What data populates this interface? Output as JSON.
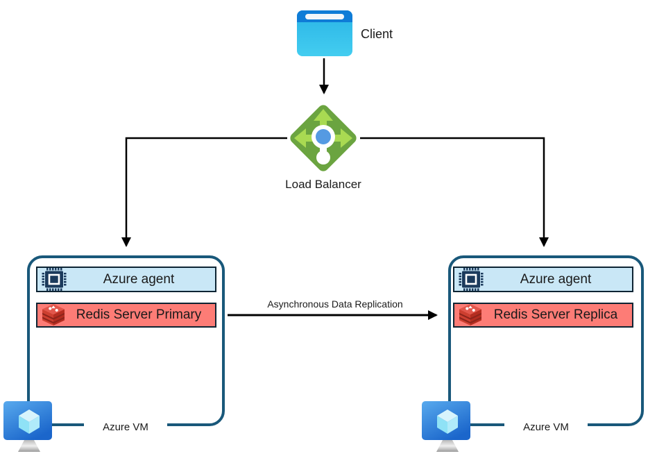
{
  "nodes": {
    "client": {
      "label": "Client"
    },
    "load_balancer": {
      "label": "Load Balancer"
    },
    "replication": {
      "label": "Asynchronous Data Replication"
    },
    "vm_left": {
      "agent": "Azure agent",
      "redis": "Redis Server Primary",
      "vm": "Azure VM"
    },
    "vm_right": {
      "agent": "Azure agent",
      "redis": "Redis Server Replica",
      "vm": "Azure VM"
    }
  },
  "icons": {
    "client": "browser-window-icon",
    "load_balancer": "load-balancer-icon",
    "agent": "cpu-chip-icon",
    "redis": "redis-cube-icon",
    "vm": "azure-vm-monitor-icon"
  },
  "colors": {
    "vm_box_border": "#19587A",
    "agent_bar_bg": "#C9E7F6",
    "redis_bar_bg": "#FD7C76",
    "bar_border": "#0D2433",
    "lb_diamond_green": "#6BA440",
    "lb_arrow_green": "#A9DA52",
    "lb_center_blue": "#559AE2",
    "client_top_blue": "#0F7CD7",
    "client_body_blue": "#35C2EA",
    "monitor_blue_light": "#58AAEE",
    "monitor_blue_dark": "#1B66CB",
    "connector": "#000000"
  }
}
